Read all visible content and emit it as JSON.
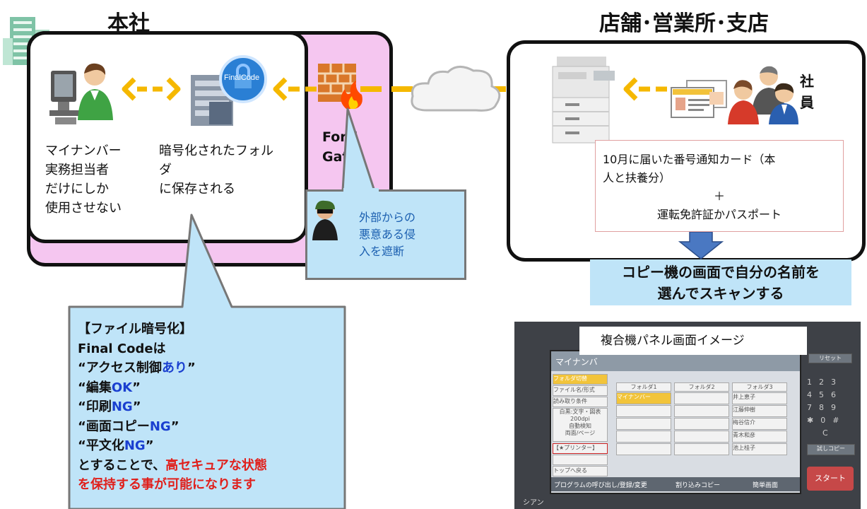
{
  "headquarters": {
    "title": "本社",
    "staff_label": "マイナンバー\n実務担当者\nだけにしか\n使用させない",
    "folder_label": "暗号化されたフォル\nダ\nに保存される",
    "finalcode_text": "FinalCode",
    "fortigate_label": "Forti\nGate"
  },
  "intrusion": {
    "text": "外部からの\n悪意ある侵\n入を遮断"
  },
  "branch": {
    "title": "店舗･営業所･支店",
    "staff_label": "社\n員",
    "card_text": "10月に届いた番号通知カード（本\n人と扶養分）",
    "plus": "＋",
    "license_text": "運転免許証かパスポート",
    "scan_text": "コピー機の画面で自分の名前を\n選んでスキャンする"
  },
  "encryption_callout": {
    "line1": "【ファイル暗号化】",
    "line2": "Final Codeは",
    "line3_pre": "“アクセス制御",
    "line3_hl": "あり",
    "line3_post": "”",
    "line4_pre": "“編集",
    "line4_hl": "OK",
    "line4_post": "”",
    "line5_pre": "“印刷",
    "line5_hl": "NG",
    "line5_post": "”",
    "line6_pre": "“画面コピー",
    "line6_hl": "NG",
    "line6_post": "”",
    "line7_pre": "“平文化",
    "line7_hl": "NG",
    "line7_post": "”",
    "line8_pre": "とすることで、",
    "line8_hl": "高セキュアな状態",
    "line9_hl": "を保持する事が可能になります"
  },
  "panel_image": {
    "label": "複合機パネル画面イメージ",
    "header_text": "マイナンバ",
    "left_buttons": [
      "フォルダ切替",
      "ファイル名/形式",
      "読み取り条件",
      "白黒:文字・図表\n200dpi\n自動検知\n両面/ページ",
      "【★プリンター】",
      "",
      "トップへ戻る"
    ],
    "col_headers": [
      "フォルダ1",
      "フォルダ2",
      "フォルダ3"
    ],
    "rows": [
      [
        "マイナンバー",
        "",
        "井上恵子"
      ],
      [
        "",
        "",
        "江藤伸樹"
      ],
      [
        "",
        "",
        "梅谷信介"
      ],
      [
        "",
        "",
        "青木和彦"
      ],
      [
        "",
        "",
        "池上桂子"
      ]
    ],
    "keypad": [
      "1",
      "2",
      "3",
      "4",
      "5",
      "6",
      "7",
      "8",
      "9",
      "✱",
      "0",
      "#"
    ],
    "reset": "リセット",
    "clear": "C",
    "trial_copy": "試しコピー",
    "start": "スタート",
    "bottom_program": "プログラムの呼び出し/登録/変更",
    "bottom_interrupt": "割り込みコピー",
    "bottom_simple": "簡単画面",
    "bottom_left": "シアン"
  },
  "colors": {
    "arrow": "#f5b800",
    "pink": "#f5c6f0",
    "light_blue": "#bfe4f8",
    "down_arrow": "#4a78c2",
    "highlight_blue": "#1a3fd0",
    "highlight_red": "#e0201c"
  },
  "icons": [
    "building-icon",
    "staff-computer-icon",
    "finalcode-server-icon",
    "firewall-icon",
    "cloud-icon",
    "copier-icon",
    "id-card-icon",
    "employees-icon",
    "hacker-icon",
    "down-arrow-icon"
  ]
}
